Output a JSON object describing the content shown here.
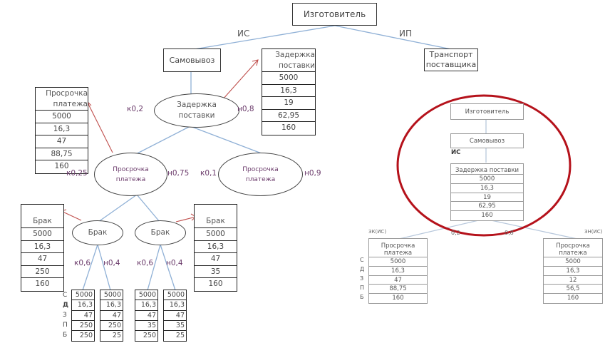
{
  "left_tree": {
    "root": "Изготовитель",
    "branch_left_label": "ИС",
    "branch_right_label": "ИП",
    "pickup": "Самовывоз",
    "supplier_transport": [
      "Транспорт",
      "поставщика"
    ],
    "delay_node": [
      "Задержка",
      "поставки"
    ],
    "delay_left_prob": "к0,2",
    "delay_right_prob": "н0,8",
    "delay_table": {
      "header": [
        "Задержка",
        "поставки"
      ],
      "values": [
        "5000",
        "16,3",
        "19",
        "62,95",
        "160"
      ]
    },
    "payment_node_left": [
      "Просрочка",
      "платежа"
    ],
    "payment_node_right": [
      "Просрочка",
      "платежа"
    ],
    "payment_left_k": "к0,25",
    "payment_left_n": "н0,75",
    "payment_right_k": "к0,1",
    "payment_right_n": "н0,9",
    "payment_table": {
      "header": [
        "Просрочка",
        "платежа"
      ],
      "values": [
        "5000",
        "16,3",
        "47",
        "88,75",
        "160"
      ]
    },
    "defect_node_left": "Брак",
    "defect_node_right": "Брак",
    "defect_left_k": "к0,6",
    "defect_left_n": "н0,4",
    "defect_right_k": "к0,6",
    "defect_right_n": "н0,4",
    "defect_table_left": {
      "header": "Брак",
      "values": [
        "5000",
        "16,3",
        "47",
        "250",
        "160"
      ]
    },
    "defect_table_right": {
      "header": "Брак",
      "values": [
        "5000",
        "16,3",
        "47",
        "35",
        "160"
      ]
    },
    "row_labels": [
      "С",
      "Д",
      "З",
      "П",
      "Б"
    ],
    "leaf_tables": [
      [
        "5000",
        "16,3",
        "47",
        "250",
        "250"
      ],
      [
        "5000",
        "16,3",
        "47",
        "250",
        "25"
      ],
      [
        "5000",
        "16,3",
        "47",
        "35",
        "250"
      ],
      [
        "5000",
        "16,3",
        "47",
        "35",
        "25"
      ]
    ]
  },
  "right_tree": {
    "root": "Изготовитель",
    "pickup": "Самовывоз",
    "is_label": "ИС",
    "delay_table": {
      "header": "Задержка поставки",
      "values": [
        "5000",
        "16,3",
        "19",
        "62,95",
        "160"
      ]
    },
    "left_branch_label": "ЗК(ИС)",
    "right_branch_label": "ЗН(ИС)",
    "left_prob": "0,2",
    "right_prob": "0,8",
    "row_labels": [
      "С",
      "Д",
      "З",
      "П",
      "Б"
    ],
    "payment_table_left": {
      "header": "Просрочка платежа",
      "values": [
        "5000",
        "16,3",
        "47",
        "88,75",
        "160"
      ]
    },
    "payment_table_right": {
      "header": "Просрочка платежа",
      "values": [
        "5000",
        "16,3",
        "12",
        "56,5",
        "160"
      ]
    },
    "highlight_color": "#b5121b"
  }
}
